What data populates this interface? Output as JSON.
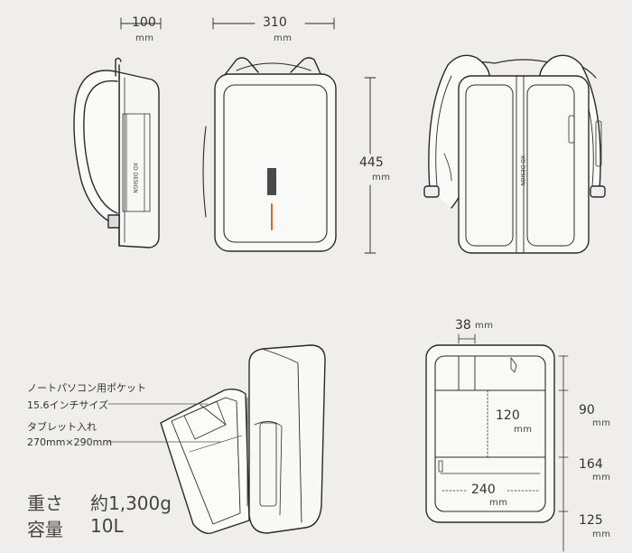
{
  "dimensions": {
    "depth": {
      "value": "100",
      "unit": "mm"
    },
    "width": {
      "value": "310",
      "unit": "mm"
    },
    "height": {
      "value": "445",
      "unit": "mm"
    },
    "pocket_depth": {
      "value": "38",
      "unit": "mm"
    },
    "inner_h1": {
      "value": "120",
      "unit": "mm"
    },
    "inner_w": {
      "value": "240",
      "unit": "mm"
    },
    "right_90": {
      "value": "90",
      "unit": "mm"
    },
    "right_164": {
      "value": "164",
      "unit": "mm"
    },
    "right_125": {
      "value": "125",
      "unit": "mm"
    }
  },
  "brand_text": "XD DESIGN",
  "annotations": {
    "laptop_pocket": "ノートパソコン用ポケット",
    "laptop_size": "15.6インチサイズ",
    "tablet": "タブレット入れ",
    "tablet_size": "270mm×290mm"
  },
  "specs": {
    "weight_label": "重さ",
    "weight_value": "約1,300g",
    "capacity_label": "容量",
    "capacity_value": "10L"
  }
}
